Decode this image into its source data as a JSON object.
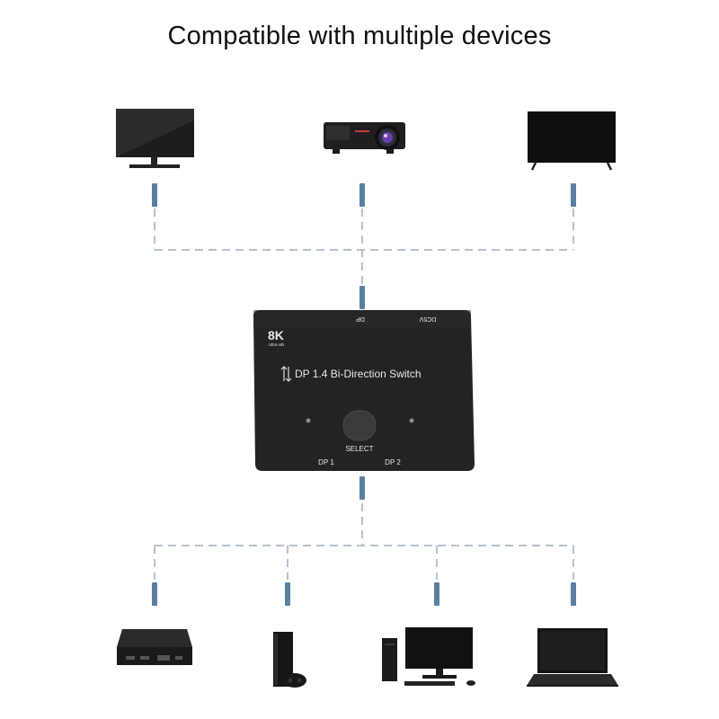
{
  "title": "Compatible with multiple devices",
  "switch": {
    "badge_main": "8K",
    "badge_sub": "Ultra HD",
    "port_dp": "DP",
    "port_dc": "DC5V",
    "product_name": "DP 1.4 Bi-Direction Switch",
    "button_label": "SELECT",
    "left_port": "DP 1",
    "right_port": "DP 2"
  },
  "devices": {
    "outputs": [
      "monitor-icon",
      "projector-icon",
      "tv-icon"
    ],
    "inputs": [
      "tv-box-icon",
      "game-console-icon",
      "desktop-pc-icon",
      "laptop-icon"
    ]
  },
  "colors": {
    "connector": "#b5c2d0",
    "plug": "#5b7fa0",
    "device_body": "#1c1c1c",
    "switch_body": "#232323"
  }
}
